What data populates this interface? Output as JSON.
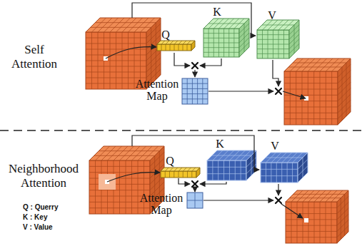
{
  "diagram": {
    "nodes": [
      {
        "text": [
          "Q"
        ]
      },
      {
        "text": [
          "K"
        ]
      },
      {
        "text": [
          "V"
        ]
      },
      {
        "text": [
          "Attention Map"
        ]
      },
      {
        "text": [
          "Q"
        ]
      },
      {
        "text": [
          "K"
        ]
      },
      {
        "text": [
          "V"
        ]
      },
      {
        "text": [
          "Attention Map"
        ]
      }
    ],
    "labels": [
      "Self Attention",
      "Neighborhood Attention",
      "Q : Querry",
      "K : Key",
      "V : Value"
    ]
  }
}
